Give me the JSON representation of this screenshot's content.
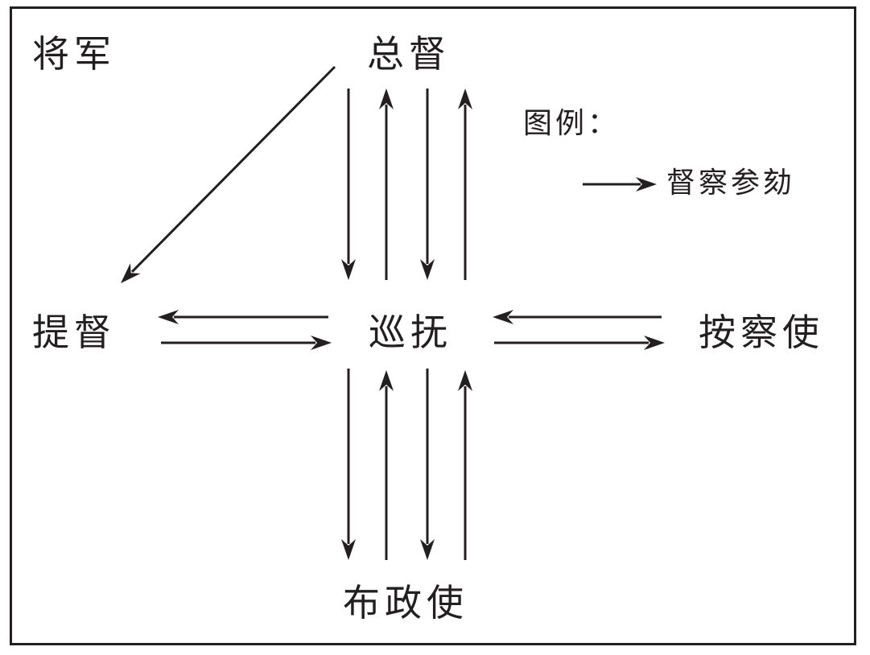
{
  "nodes": {
    "general": "将军",
    "governor_general": "总督",
    "provincial_commander": "提督",
    "governor": "巡抚",
    "judicial_commissioner": "按察使",
    "financial_commissioner": "布政使"
  },
  "legend": {
    "title": "图例：",
    "arrow_meaning": "督察参劾"
  },
  "colors": {
    "ink": "#231f20",
    "background": "#ffffff"
  }
}
